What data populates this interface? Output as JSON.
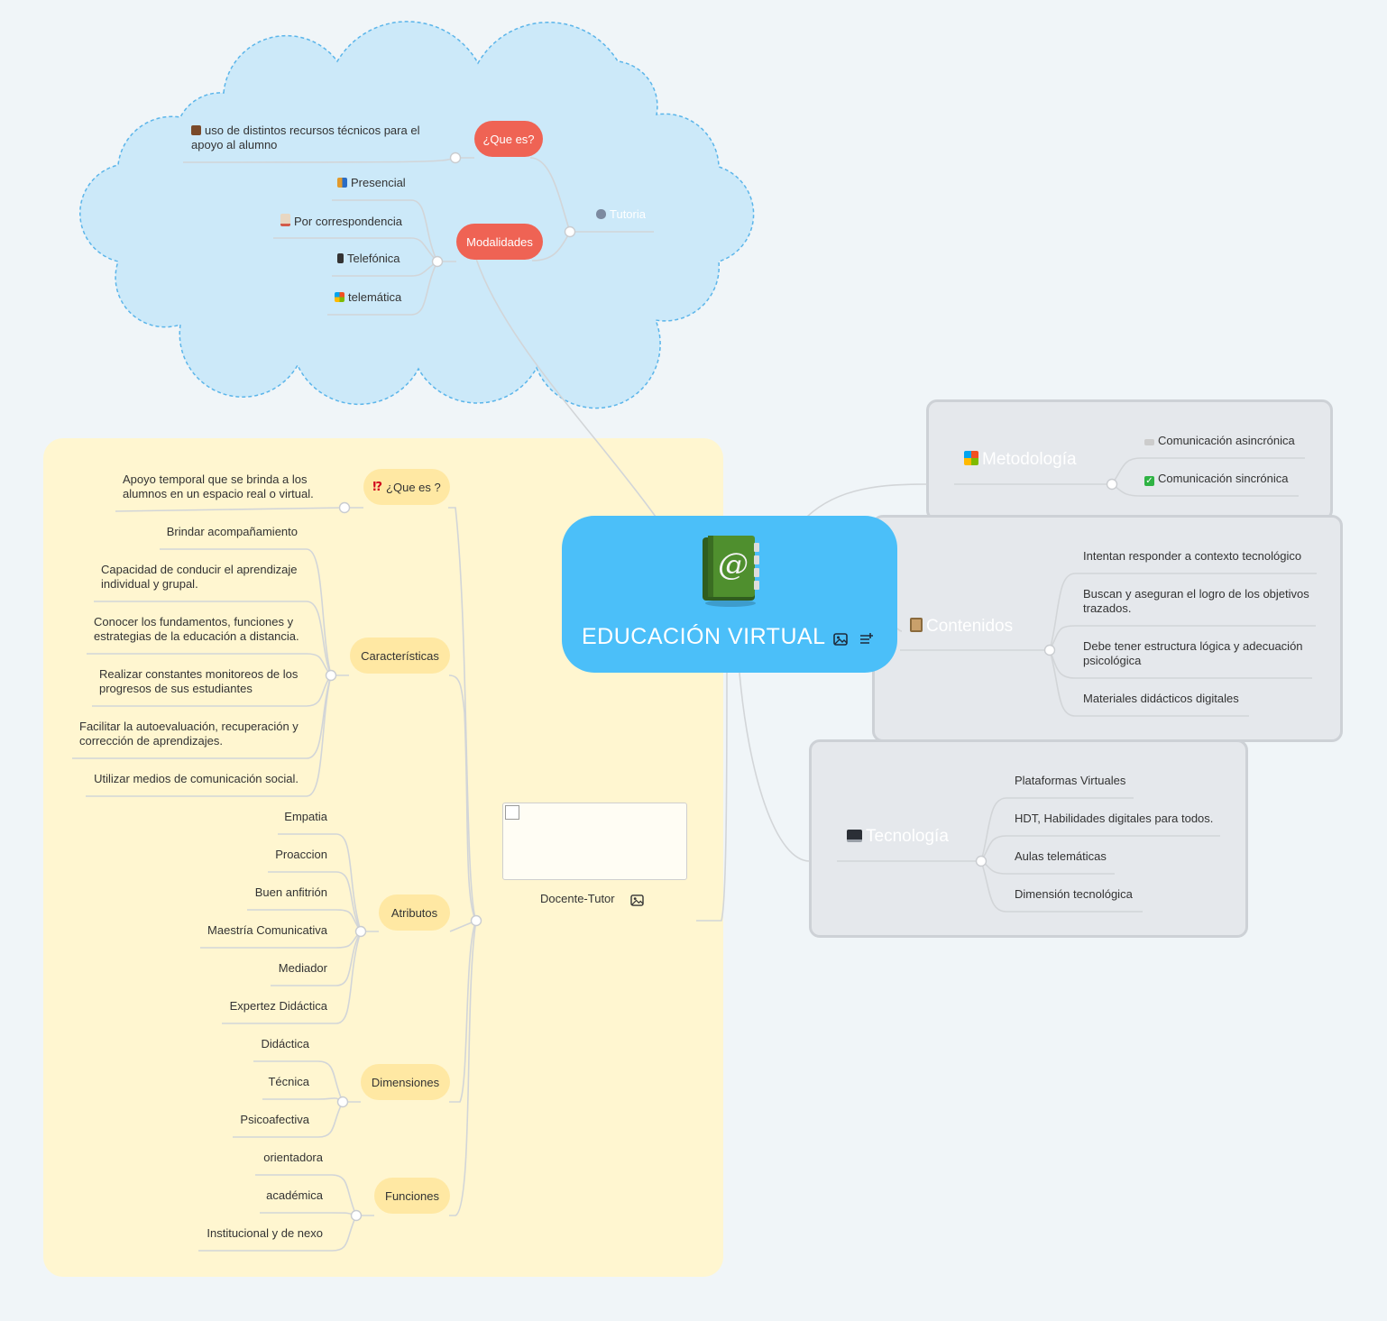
{
  "central": {
    "title": "EDUCACIÓN VIRTUAL",
    "icon": "address-book-at-icon"
  },
  "tutoria": {
    "label": "Tutoria",
    "que_es": {
      "label": "¿Que es?",
      "detail": "uso de distintos recursos técnicos para el apoyo al alumno"
    },
    "modalidades": {
      "label": "Modalidades",
      "items": [
        "Presencial",
        "Por correspondencia",
        "Telefónica",
        "telemática"
      ]
    }
  },
  "docente": {
    "label": "Docente-Tutor",
    "que_es": {
      "label": "¿Que es ?",
      "detail": "Apoyo temporal que se brinda a los alumnos en un espacio real o virtual."
    },
    "caracteristicas": {
      "label": "Características",
      "items": [
        "Brindar acompañamiento",
        "Capacidad de conducir el aprendizaje individual y grupal.",
        "Conocer los fundamentos, funciones y estrategias de la educación a distancia.",
        "Realizar constantes monitoreos de los progresos de sus estudiantes",
        "Facilitar la autoevaluación, recuperación y corrección de aprendizajes.",
        "Utilizar medios de comunicación social."
      ]
    },
    "atributos": {
      "label": "Atributos",
      "items": [
        "Empatia",
        "Proaccion",
        "Buen anfitrión",
        "Maestría Comunicativa",
        "Mediador",
        "Expertez Didáctica"
      ]
    },
    "dimensiones": {
      "label": "Dimensiones",
      "items": [
        "Didáctica",
        "Técnica",
        "Psicoafectiva"
      ]
    },
    "funciones": {
      "label": "Funciones",
      "items": [
        "orientadora",
        "académica",
        "Institucional y de nexo"
      ]
    }
  },
  "metodologia": {
    "label": "Metodología",
    "items": [
      "Comunicación asincrónica",
      "Comunicación sincrónica"
    ]
  },
  "contenidos": {
    "label": "Contenidos",
    "items": [
      "Intentan responder a contexto tecnológico",
      "Buscan y aseguran el logro de los objetivos trazados.",
      "Debe tener estructura lógica y adecuación psicológica",
      "Materiales didácticos digitales"
    ]
  },
  "tecnologia": {
    "label": "Tecnología",
    "items": [
      "Plataformas Virtuales",
      "HDT, Habilidades digitales para todos.",
      "Aulas telemáticas",
      "Dimensión tecnológica"
    ]
  },
  "colors": {
    "cloud": "#cce9f9",
    "cloud_border": "#5bb5ea",
    "central": "#4bbff9",
    "red_node": "#ef6354",
    "yellow_zone": "#fff6d0",
    "yellow_node": "#ffe8a3",
    "grey_box": "#e5e8ec",
    "line": "#d2d5d8"
  }
}
